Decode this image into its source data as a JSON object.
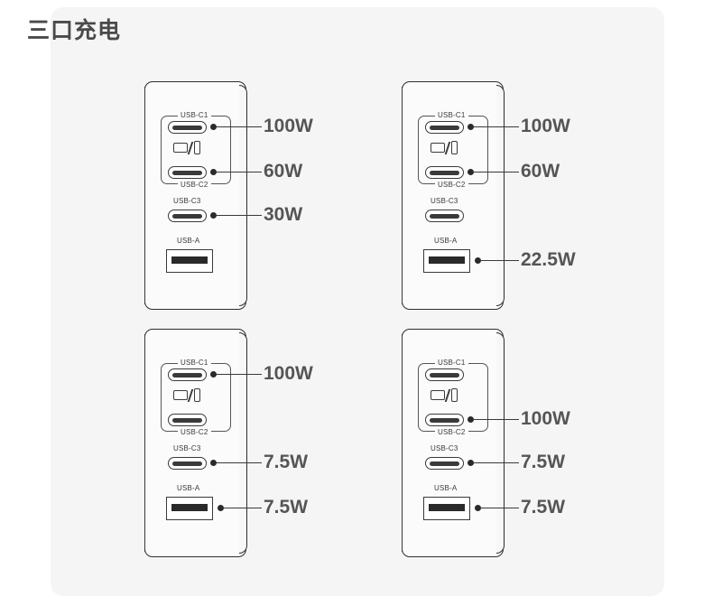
{
  "page": {
    "title": "三口充电",
    "background": "#ffffff",
    "card_background": "#f5f5f5",
    "line_color": "#3a3a3a",
    "label_color": "#555555"
  },
  "port_labels": {
    "c1": "USB-C1",
    "c2": "USB-C2",
    "c3": "USB-C3",
    "a": "USB-A"
  },
  "diagrams": [
    {
      "name": "mode-1",
      "callouts": {
        "c1": "100W",
        "c2": "60W",
        "c3": "30W",
        "a": ""
      }
    },
    {
      "name": "mode-2",
      "callouts": {
        "c1": "100W",
        "c2": "60W",
        "c3": "",
        "a": "22.5W"
      }
    },
    {
      "name": "mode-3",
      "callouts": {
        "c1": "100W",
        "c2": "",
        "c3": "7.5W",
        "a": "7.5W"
      }
    },
    {
      "name": "mode-4",
      "callouts": {
        "c1": "",
        "c2": "100W",
        "c3": "7.5W",
        "a": "7.5W"
      }
    }
  ]
}
